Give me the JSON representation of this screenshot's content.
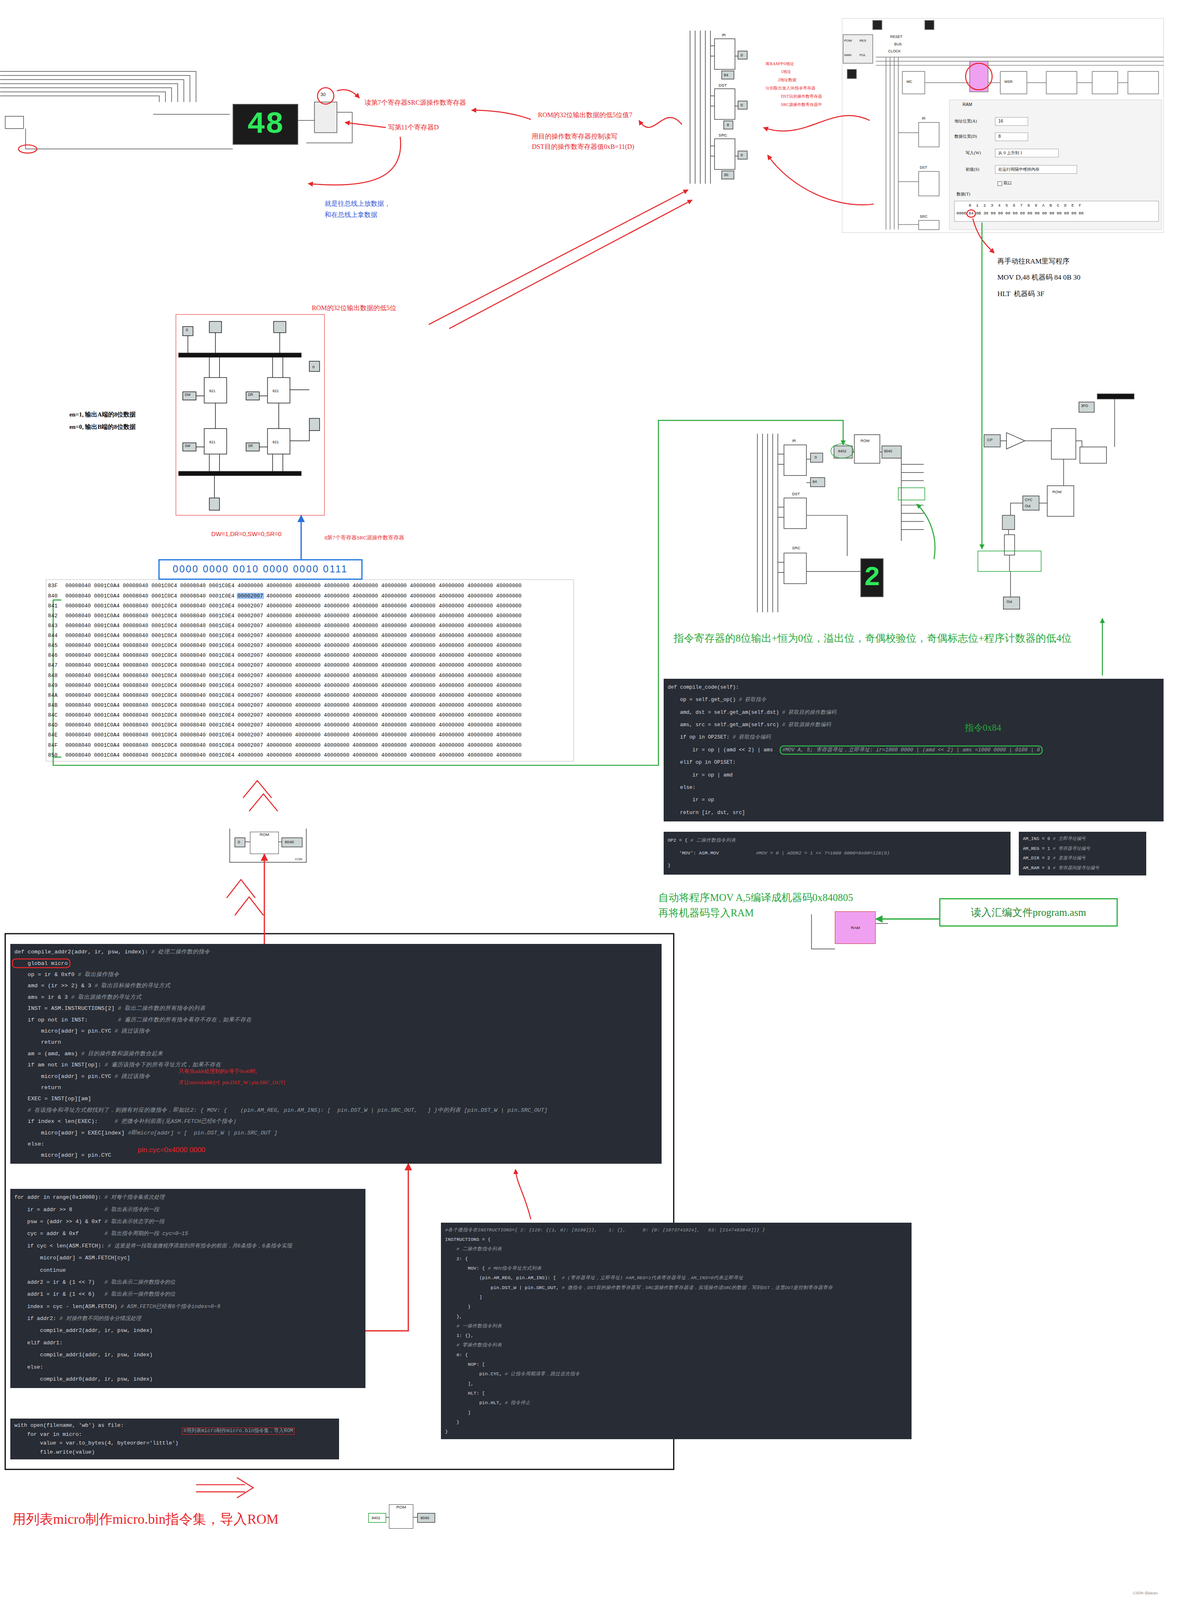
{
  "diagram": {
    "nodes": [
      {
        "text": [
          "48"
        ]
      },
      {
        "text": [
          "ROM的32位输出数据的低5位"
        ]
      },
      {
        "text": [
          "0000 0000 0010 0000 0000 0111"
        ]
      },
      {
        "text": [
          "2"
        ]
      },
      {
        "text": [
          "def compile_code(self):",
          "    op = self.get_op() # 获取指令",
          "    amd, dst = self.get_am(self.dst) # 获取目的操作数编码",
          "    ams, src = self.get_am(self.src) # 获取源操作数编码",
          "    if op in OP2SET: # 获取指令编码",
          "        ir = op | (amd << 2) | ams   #MOV A, 5; 寄存器寻址，立即寻址: ir=1000 0000 | (amd << 2) | ams =1000 0000 | 0100 | 0",
          "    elif op in OP1SET:",
          "        ir = op | amd",
          "    else:",
          "        ir = op",
          "    return [ir, dst, src]"
        ]
      },
      {
        "text": [
          "OP2 = { # 二操作数指令列表",
          "    'MOV': ASM.MOV             #MOV = 0 | ADDR2 = 1 << 7=1000 0000=0x80=128(D)",
          "}"
        ]
      },
      {
        "text": [
          "AM_INS = 0 # 立即寻址编号",
          "AM_REG = 1 # 寄存器寻址编号",
          "AM_DIR = 2 # 直接寻址编号",
          "AM_RAM = 3 # 寄存器间接寻址编号"
        ]
      },
      {
        "text": [
          "读入汇编文件program.asm"
        ]
      },
      {
        "text": [
          "RAM"
        ]
      },
      {
        "text": [
          "ROM"
        ]
      },
      {
        "text": [
          "def compile_addr2(addr, ir, psw, index): # 处理二操作数的指令",
          "    global micro",
          "    op = ir & 0xf0 # 取出操作指令",
          "    amd = (ir >> 2) & 3 # 取出目标操作数的寻址方式",
          "    ams = ir & 3 # 取出源操作数的寻址方式",
          "    INST = ASM.INSTRUCTIONS[2] # 取出二操作数的所有指令的列表",
          "    if op not in INST:         # 遍历二操作数的所有指令看存不存在，如果不存在",
          "        micro[addr] = pin.CYC # 跳过该指令",
          "        return",
          "    am = (amd, ams) # 目的操作数和源操作数合起来",
          "    if am not in INST[op]: # 遍历该指令下的所有寻址方式，如果不存在",
          "        micro[addr] = pin.CYC # 跳过该指令",
          "        return",
          "    EXEC = INST[op][am]",
          "    # 在该指令和寻址方式都找到了，则拥有对应的微指令，即如比2: { MOV: {    (pin.AM_REG, pin.AM_INS): [  pin.DST_W | pin.SRC_OUT,   ] }中的列表 [pin.DST_W | pin.SRC_OUT]",
          "    if index < len(EXEC):     # 把微令补到前面(见ASM.FETCH已经6个指令)",
          "        micro[addr] = EXEC[index] #即micro[addr] = [  pin.DST_W | pin.SRC_OUT ]",
          "    else:",
          "        micro[addr] = pin.CYC"
        ]
      },
      {
        "text": [
          "for addr in range(0x10000): # 对每个指令集依次处理",
          "    ir = addr >> 8          # 取出表示指令的一段",
          "    psw = (addr >> 4) & 0xf # 取出表示状态字的一段",
          "    cyc = addr & 0xf        # 取出指令周期的一段 cyc=0~15",
          "    if cyc < len(ASM.FETCH): # 这里是将一段取值微程序添加到所有指令的前面，共6条指令，6条指令实现",
          "        micro[addr] = ASM.FETCH[cyc]",
          "        continue",
          "    addr2 = ir & (1 << 7)   # 取出表示二操作数指令的位",
          "    addr1 = ir & (1 << 6)   # 取出表示一操作数指令的位",
          "    index = cyc - len(ASM.FETCH) # ASM.FETCH已经有6个指令index=0~9",
          "    if addr2: # 对操作数不同的指令分情况处理",
          "        compile_addr2(addr, ir, psw, index)",
          "    elif addr1:",
          "        compile_addr1(addr, ir, psw, index)",
          "    else:",
          "        compile_addr0(addr, ir, psw, index)"
        ]
      },
      {
        "text": [
          "with open(filename, 'wb') as file:",
          "    for var in micro:",
          "        value = var.to_bytes(4, byteorder='little')",
          "        file.write(value)"
        ]
      },
      {
        "text": [
          "#各个微指令在INSTRUCTIONS={ 2: {128: {(1, 0): [8199]}},    1: {},      0: {0: [1073741824],   63: [2147483648]}} }",
          "INSTRUCTIONS = {",
          "    # 二操作数指令列表",
          "    2: {",
          "        MOV: { # MOV指令寻址方式列表",
          "            (pin.AM_REG, pin.AM_INS): [  # (寄存器寻址，立即寻址) #AM_REG=1代表寄存器寻址，AM_INS=0代表立即寻址",
          "                pin.DST_W | pin.SRC_OUT, # 微指令，DST目的操作数寄存器写，SRC源操作数寄存器读，实现操作读SRC的数据，写到DST，这里DST是控制寄存器寄存",
          "            ]",
          "        }",
          "    },",
          "    # 一操作数指令列表",
          "    1: {},",
          "    # 零操作数指令列表",
          "    0: {",
          "        NOP: [",
          "            pin.CYC, # 让指令周期清零，跳过这次指令",
          "        ],",
          "        HLT: [",
          "            pin.HLT, # 指令停止",
          "        ]",
          "    }",
          "}"
        ]
      },
      {
        "text": [
          "ROM"
        ]
      }
    ],
    "edges": [
      {
        "from": 7,
        "to": 8,
        "arrow": "to"
      },
      {
        "from": 10,
        "to": 9,
        "arrow": "to"
      },
      {
        "from": 11,
        "to": 10,
        "arrow": "to"
      },
      {
        "from": 2,
        "to": 1,
        "arrow": "to"
      }
    ],
    "labels": [
      "读第7个寄存器SRC源操作数寄存器",
      "写第11个寄存器D",
      "就是往总线上放数据，",
      "和在总线上拿数据",
      "30",
      "ROM的32位输出数据的低5位值7",
      "用目的操作数寄存器控制读写",
      "DST目的操作数寄存器值0xB=11(D)",
      "将RAM中0地址",
      "1地址",
      "2地址数据",
      "分别取出放入IR指令寄存器",
      "DST目的操作数寄存器",
      "SRC源操作数寄存器中",
      "IR",
      "0",
      "84",
      "DST",
      "0",
      "8",
      "SRC",
      "0",
      "30",
      "RESET",
      "BUS",
      "CLOCK",
      "POW",
      "RES",
      "MAN",
      "PUL",
      "MC",
      "MSR",
      "IR",
      "DST",
      "SRC",
      "RAM",
      "地址位宽(A)",
      "16",
      "数据位宽(D)",
      "8",
      "写入(W)",
      "从 0 上升到 1",
      "初值(S)",
      "在运行间隔中维持内存",
      "双口",
      "数据(T)",
      "0 1 2 3 4 5 6 7 8 9 A B C D E F",
      "0000 84 0B 30 00 00 00 00 00 00 00 00 00 00 00 00 00",
      "再手动往RAM里写程序",
      "MOV D,48 机器码 84 0B 30",
      "HLT  机器码 3F",
      "en=1, 输出A端的8位数据",
      "en=0, 输出B端的8位数据",
      "821",
      "821",
      "821",
      "821",
      "DW",
      "DR",
      "SW",
      "SR",
      "0",
      "0",
      "DW=1,DR=0,SW=0,SR=0",
      "8第7个寄存器SRC源操作数寄存器",
      "83F",
      "00008040 0001C0A4 00008040 0001C0C4 00008040 0001C0E4 40000000 40000000 40000000 40000000 40000000 40000000 40000000 40000000 40000000 40000000",
      "840",
      "00008040 0001C0A4 00008040 0001C0C4 00008040 0001C0E4 00002007 40000000 40000000 40000000 40000000 40000000 40000000 40000000 40000000 40000000",
      "841",
      "00008040 0001C0A4 00008040 0001C0C4 00008040 0001C0E4 00002007 40000000 40000000 40000000 40000000 40000000 40000000 40000000 40000000 40000000",
      "842",
      "00008040 0001C0A4 00008040 0001C0C4 00008040 0001C0E4 00002007 40000000 40000000 40000000 40000000 40000000 40000000 40000000 40000000 40000000",
      "843",
      "00008040 0001C0A4 00008040 0001C0C4 00008040 0001C0E4 00002007 40000000 40000000 40000000 40000000 40000000 40000000 40000000 40000000 40000000",
      "844",
      "00008040 0001C0A4 00008040 0001C0C4 00008040 0001C0E4 00002007 40000000 40000000 40000000 40000000 40000000 40000000 40000000 40000000 40000000",
      "845",
      "00008040 0001C0A4 00008040 0001C0C4 00008040 0001C0E4 00002007 40000000 40000000 40000000 40000000 40000000 40000000 40000000 40000000 40000000",
      "846",
      "00008040 0001C0A4 00008040 0001C0C4 00008040 0001C0E4 00002007 40000000 40000000 40000000 40000000 40000000 40000000 40000000 40000000 40000000",
      "847",
      "00008040 0001C0A4 00008040 0001C0C4 00008040 0001C0E4 00002007 40000000 40000000 40000000 40000000 40000000 40000000 40000000 40000000 40000000",
      "848",
      "00008040 0001C0A4 00008040 0001C0C4 00008040 0001C0E4 00002007 40000000 40000000 40000000 40000000 40000000 40000000 40000000 40000000 40000000",
      "849",
      "00008040 0001C0A4 00008040 0001C0C4 00008040 0001C0E4 00002007 40000000 40000000 40000000 40000000 40000000 40000000 40000000 40000000 40000000",
      "84A",
      "00008040 0001C0A4 00008040 0001C0C4 00008040 0001C0E4 00002007 40000000 40000000 40000000 40000000 40000000 40000000 40000000 40000000 40000000",
      "84B",
      "00008040 0001C0A4 00008040 0001C0C4 00008040 0001C0E4 00002007 40000000 40000000 40000000 40000000 40000000 40000000 40000000 40000000 40000000",
      "84C",
      "00008040 0001C0A4 00008040 0001C0C4 00008040 0001C0E4 00002007 40000000 40000000 40000000 40000000 40000000 40000000 40000000 40000000 40000000",
      "84D",
      "00008040 0001C0A4 00008040 0001C0C4 00008040 0001C0E4 00002007 40000000 40000000 40000000 40000000 40000000 40000000 40000000 40000000 40000000",
      "84E",
      "00008040 0001C0A4 00008040 0001C0C4 00008040 0001C0E4 00002007 40000000 40000000 40000000 40000000 40000000 40000000 40000000 40000000 40000000",
      "84F",
      "00008040 0001C0A4 00008040 0001C0C4 00008040 0001C0E4 00002007 40000000 40000000 40000000 40000000 40000000 40000000 40000000 40000000 40000000",
      "850",
      "00008040 0001C0A4 00008040 0001C0C4 00008040 0001C0E4 40000000 40000000 40000000 40000000 40000000 40000000 40000000 40000000 40000000 40000000",
      "IR",
      "ROM",
      "8402",
      "8040",
      "84",
      "DST",
      "SRC",
      "0",
      "CP",
      "ROM",
      "CYC",
      "Out",
      "3PO",
      "Out",
      "指令寄存器的8位输出+恒为0位，溢出位，奇偶校验位，奇偶标志位+程序计数器的低4位",
      "指令0x84",
      "自动将程序MOV A,5编译成机器码0x840805",
      "再将机器码导入RAM",
      "0",
      "8040",
      "CON",
      "只有当addr处理到的ir等于0x40时,",
      "才让micro[addr]=[  pin.DST_W | pin.SRC_OUT]",
      "pin.cyc=0x4000 0000",
      "用列表micro制作micro.bin指令集，导入ROM",
      "8402",
      "8040",
      "CSDN @jiaoyu",
      "#用列表micro制作micro.bin指令集，导入ROM"
    ]
  }
}
